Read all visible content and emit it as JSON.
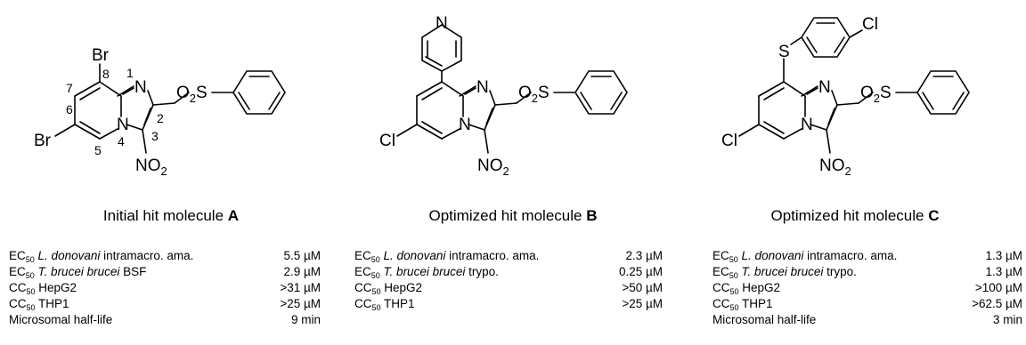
{
  "molecules": [
    {
      "caption_prefix": "Initial hit molecule",
      "caption_letter": "A",
      "atoms": {
        "top": "Br",
        "left": "Br",
        "n_ring": "N",
        "n_bridge": "N",
        "sulfone": "O2S",
        "nitro": "NO2"
      },
      "positions": [
        "1",
        "2",
        "3",
        "4",
        "5",
        "6",
        "7",
        "8"
      ],
      "properties": [
        {
          "metric": "EC",
          "sub": "50",
          "species": "L. donovani",
          "assay": "intramacro. ama.",
          "value": "5.5 µM"
        },
        {
          "metric": "EC",
          "sub": "50",
          "species": "T. brucei brucei",
          "assay": "BSF",
          "value": "2.9 µM"
        },
        {
          "metric": "CC",
          "sub": "50",
          "species": "",
          "assay": "HepG2",
          "value": ">31 µM"
        },
        {
          "metric": "CC",
          "sub": "50",
          "species": "",
          "assay": "THP1",
          "value": ">25 µM"
        },
        {
          "metric": "",
          "sub": "",
          "species": "",
          "assay": "Microsomal half-life",
          "value": "9 min"
        }
      ]
    },
    {
      "caption_prefix": "Optimized hit molecule",
      "caption_letter": "B",
      "atoms": {
        "pyridine_n": "N",
        "left": "Cl",
        "n_ring": "N",
        "n_bridge": "N",
        "sulfone": "O2S",
        "nitro": "NO2"
      },
      "properties": [
        {
          "metric": "EC",
          "sub": "50",
          "species": "L. donovani",
          "assay": "intramacro. ama.",
          "value": "2.3 µM"
        },
        {
          "metric": "EC",
          "sub": "50",
          "species": "T. brucei brucei",
          "assay": "trypo.",
          "value": "0.25 µM"
        },
        {
          "metric": "CC",
          "sub": "50",
          "species": "",
          "assay": "HepG2",
          "value": ">50 µM"
        },
        {
          "metric": "CC",
          "sub": "50",
          "species": "",
          "assay": "THP1",
          "value": ">25 µM"
        }
      ]
    },
    {
      "caption_prefix": "Optimized hit molecule",
      "caption_letter": "C",
      "atoms": {
        "thio": "S",
        "aryl_cl": "Cl",
        "left": "Cl",
        "n_ring": "N",
        "n_bridge": "N",
        "sulfone": "O2S",
        "nitro": "NO2"
      },
      "properties": [
        {
          "metric": "EC",
          "sub": "50",
          "species": "L. donovani",
          "assay": "intramacro. ama.",
          "value": "1.3 µM"
        },
        {
          "metric": "EC",
          "sub": "50",
          "species": "T. brucei brucei",
          "assay": "trypo.",
          "value": "1.3 µM"
        },
        {
          "metric": "CC",
          "sub": "50",
          "species": "",
          "assay": "HepG2",
          "value": ">100 µM"
        },
        {
          "metric": "CC",
          "sub": "50",
          "species": "",
          "assay": "THP1",
          "value": ">62.5 µM"
        },
        {
          "metric": "",
          "sub": "",
          "species": "",
          "assay": "Microsomal half-life",
          "value": "3 min"
        }
      ]
    }
  ]
}
